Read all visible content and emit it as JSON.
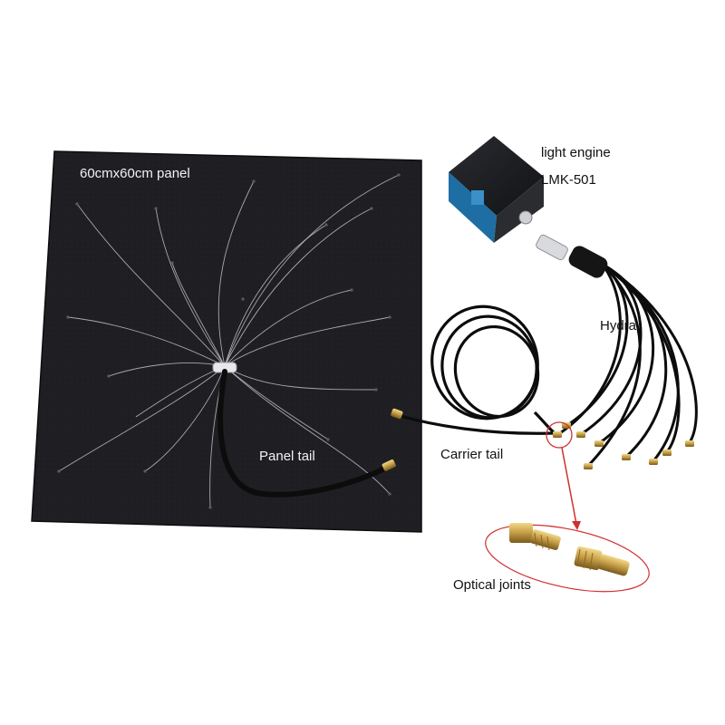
{
  "labels": {
    "panel": "60cmx60cm panel",
    "engine_line1": "light engine",
    "engine_line2": "LMK-501",
    "hydra": "Hydra",
    "panel_tail": "Panel tail",
    "carrier_tail": "Carrier tail",
    "optical_joints": "Optical joints"
  },
  "colors": {
    "panel": "#1e1e22",
    "engine_body": "#1b1d21",
    "engine_accent": "#2d7fb8",
    "cable": "#101010",
    "brass": "#c9a24a",
    "callout": "#d03030"
  }
}
